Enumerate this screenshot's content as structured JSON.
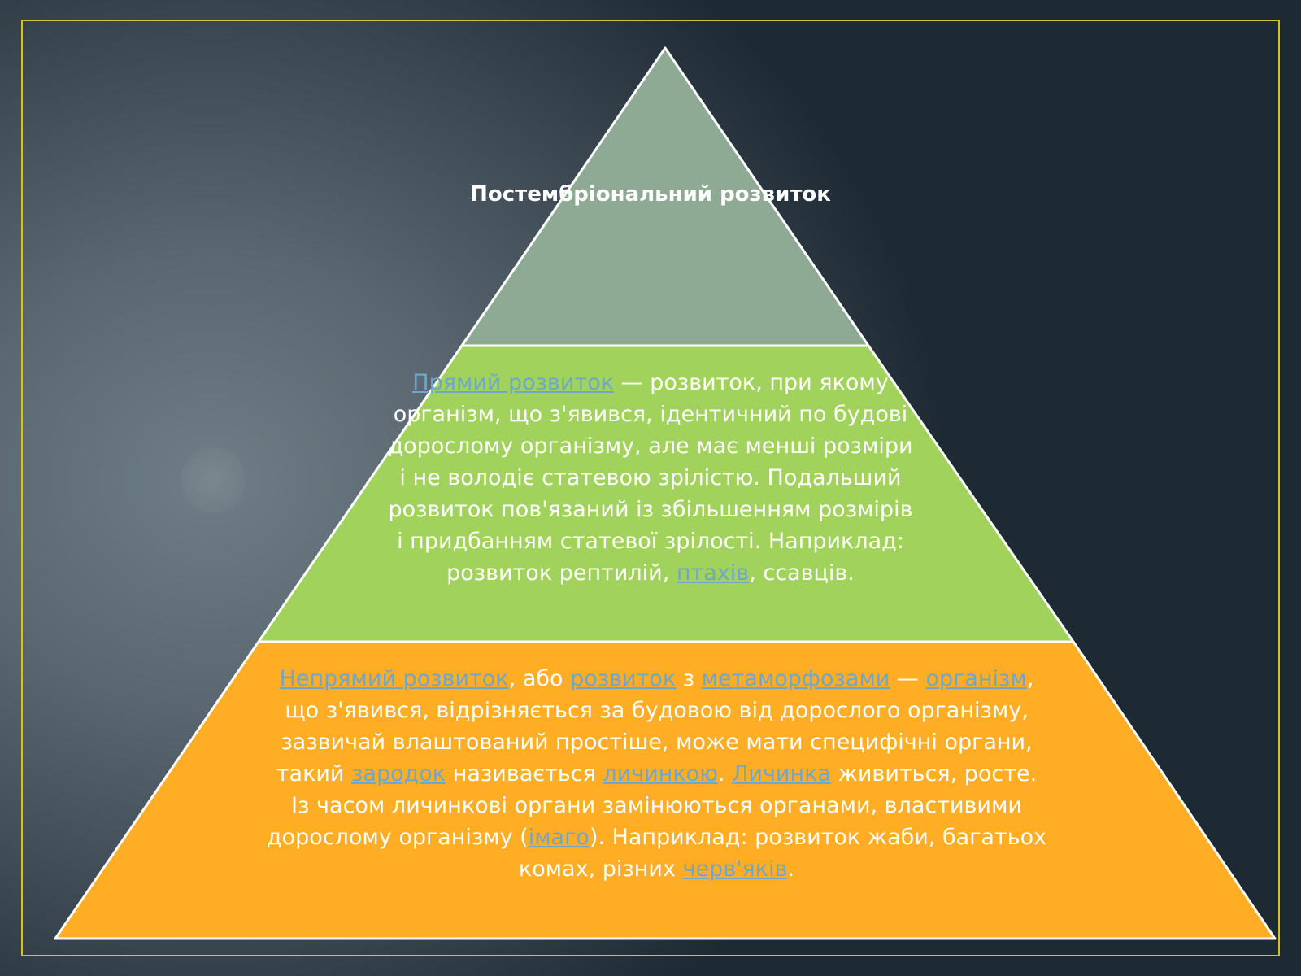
{
  "colors": {
    "frame": "#d6c21c",
    "tier_top": "#8faa94",
    "tier_middle": "#a0d25c",
    "tier_bottom": "#ffad24",
    "outline": "#ffffff",
    "link": "#6fa7cc"
  },
  "pyramid": {
    "top": {
      "title": "Постембріональний розвиток"
    },
    "middle": {
      "segments": [
        {
          "text": "Прямий розвиток",
          "link": true
        },
        {
          "text": " — розвиток, при якому організм, що з'явився, ідентичний по будові дорослому організму, але має менші розміри і не володіє статевою зрілістю. Подальший розвиток пов'язаний із збільшенням розмірів і придбанням статевої зрілості. Наприклад: розвиток рептилій, ",
          "link": false
        },
        {
          "text": "птахів",
          "link": true
        },
        {
          "text": ", ссавців.",
          "link": false
        }
      ]
    },
    "bottom": {
      "segments": [
        {
          "text": "Непрямий розвиток",
          "link": true
        },
        {
          "text": ", або ",
          "link": false
        },
        {
          "text": "розвиток",
          "link": true
        },
        {
          "text": " з ",
          "link": false
        },
        {
          "text": "метаморфозами",
          "link": true
        },
        {
          "text": " — ",
          "link": false
        },
        {
          "text": "організм",
          "link": true
        },
        {
          "text": ", що з'явився, відрізняється за будовою від дорослого організму, зазвичай влаштований простіше, може мати специфічні органи, такий ",
          "link": false
        },
        {
          "text": "зародок",
          "link": true
        },
        {
          "text": " називається ",
          "link": false
        },
        {
          "text": "личинкою",
          "link": true
        },
        {
          "text": ". ",
          "link": false
        },
        {
          "text": "Личинка",
          "link": true
        },
        {
          "text": " живиться, росте. Із часом личинкові органи замінюються органами, властивими дорослому організму (",
          "link": false
        },
        {
          "text": "імаго",
          "link": true
        },
        {
          "text": "). Наприклад: розвиток жаби, багатьох комах, різних ",
          "link": false
        },
        {
          "text": "черв'яків",
          "link": true
        },
        {
          "text": ".",
          "link": false
        }
      ]
    }
  }
}
